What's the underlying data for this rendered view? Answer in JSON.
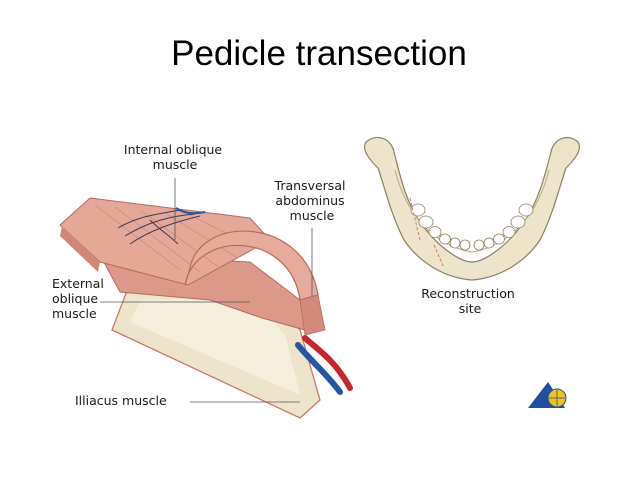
{
  "slide": {
    "title": "Pedicle transection"
  },
  "labels": {
    "internal_oblique": [
      "Internal oblique",
      "muscle"
    ],
    "transversal_abdominus": [
      "Transversal",
      "abdominus",
      "muscle"
    ],
    "external_oblique": [
      "External",
      "oblique",
      "muscle"
    ],
    "illiacus": [
      "Illiacus muscle"
    ],
    "reconstruction_site": [
      "Reconstruction",
      "site"
    ]
  },
  "colors": {
    "muscle": "#e3a597",
    "muscle_dark": "#c97a6a",
    "bone": "#ede4c9",
    "artery": "#c8252c",
    "vein": "#2455a6",
    "logo_blue": "#1f4f9e",
    "logo_yellow": "#f2c21a"
  },
  "icons": {
    "logo": "publisher-logo-icon"
  }
}
